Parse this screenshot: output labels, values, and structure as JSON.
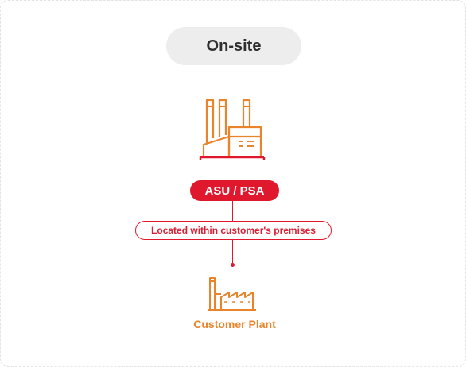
{
  "header": {
    "title": "On-site"
  },
  "badge": {
    "label": "ASU / PSA"
  },
  "note": {
    "label": "Located within customer's premises"
  },
  "plant": {
    "label": "Customer Plant"
  },
  "colors": {
    "accent_red": "#e0182d",
    "accent_orange": "#e9842a",
    "pill_gray": "#ededed"
  },
  "icons": {
    "top": "industrial-plant-icon",
    "bottom": "factory-icon"
  }
}
